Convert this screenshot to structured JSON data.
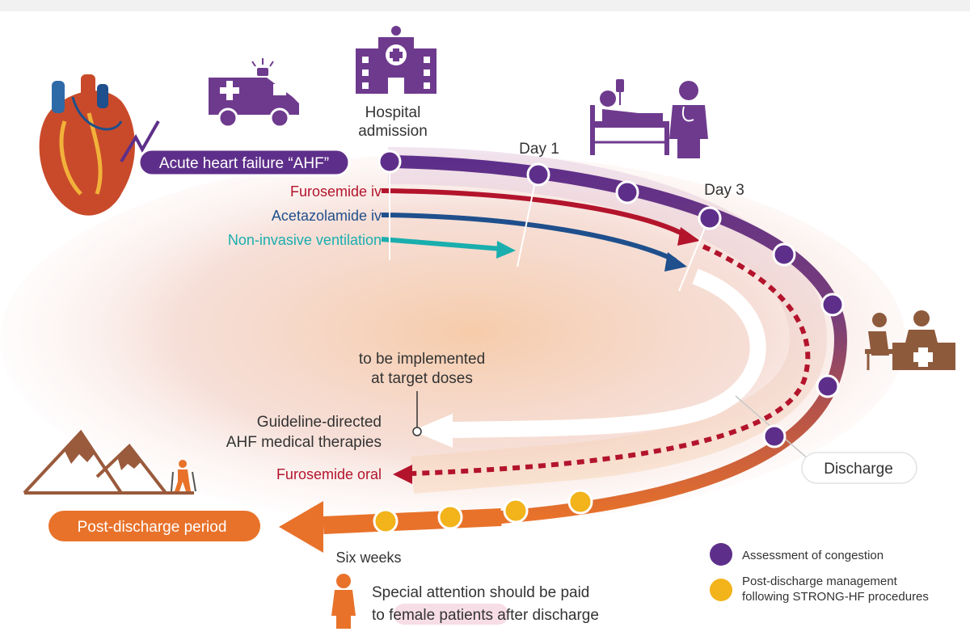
{
  "labels": {
    "hospital_admission_1": "Hospital",
    "hospital_admission_2": "admission",
    "ahf": "Acute heart failure “AHF”",
    "day1": "Day 1",
    "day3": "Day 3",
    "furosemide_iv": "Furosemide iv",
    "acetazolamide_iv": "Acetazolamide iv",
    "niv": "Non-invasive ventilation",
    "implement_1": "to be implemented",
    "implement_2": "at target doses",
    "gdmt_1": "Guideline-directed",
    "gdmt_2": "AHF medical therapies",
    "furosemide_oral": "Furosemide oral",
    "discharge": "Discharge",
    "post_discharge": "Post-discharge period",
    "six_weeks": "Six weeks",
    "note_1": "Special attention should be paid",
    "note_2a": "to ",
    "note_2b": "female patients",
    "note_2c": " after discharge"
  },
  "legend": {
    "assessment": "Assessment of congestion",
    "post_mgmt_1": "Post-discharge management",
    "post_mgmt_2": "following STRONG-HF procedures"
  },
  "icons": [
    "heart-icon",
    "ambulance-icon",
    "hospital-icon",
    "patient-bed-icon",
    "doctor-icon",
    "consultation-icon",
    "mountains-icon",
    "hiker-icon",
    "female-patient-icon"
  ],
  "colors": {
    "purple": "#5e2f8a",
    "red": "#b3142c",
    "blue": "#1f4f8c",
    "teal": "#1aaeae",
    "orange": "#e8722a",
    "yellow": "#f2b31b",
    "brown": "#8e5a3c",
    "text": "#333333"
  }
}
